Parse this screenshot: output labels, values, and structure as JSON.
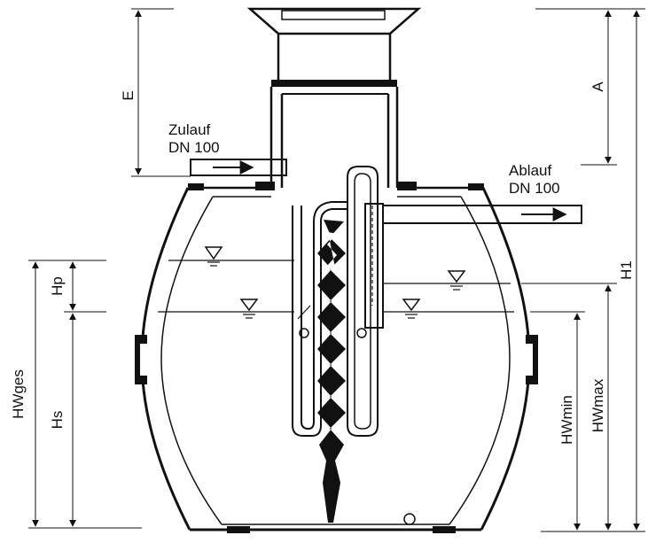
{
  "labels": {
    "inlet_title": "Zulauf",
    "inlet_size": "DN 100",
    "outlet_title": "Ablauf",
    "outlet_size": "DN 100",
    "dim_e": "E",
    "dim_a": "A",
    "dim_h1": "H1",
    "dim_hp": "Hp",
    "dim_hs": "Hs",
    "dim_hwges": "HWges",
    "dim_hwmin": "HWmin",
    "dim_hwmax": "HWmax"
  },
  "colors": {
    "line": "#111111",
    "background": "#ffffff"
  }
}
